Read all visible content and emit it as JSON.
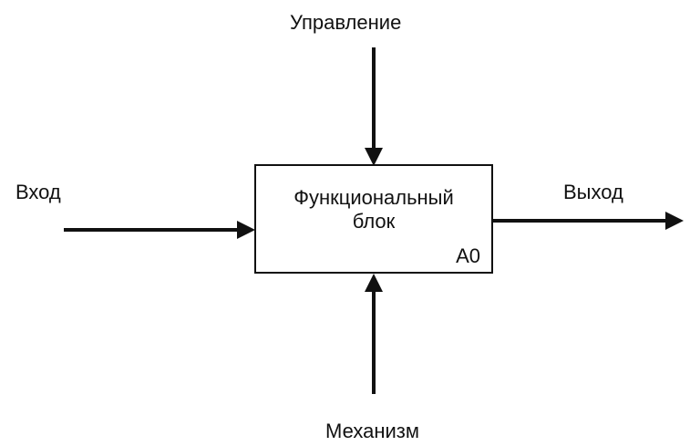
{
  "diagram": {
    "block": {
      "title_line1": "Функциональный",
      "title_line2": "блок",
      "id": "A0"
    },
    "labels": {
      "control": "Управление",
      "input": "Вход",
      "output": "Выход",
      "mechanism": "Механизм"
    }
  }
}
